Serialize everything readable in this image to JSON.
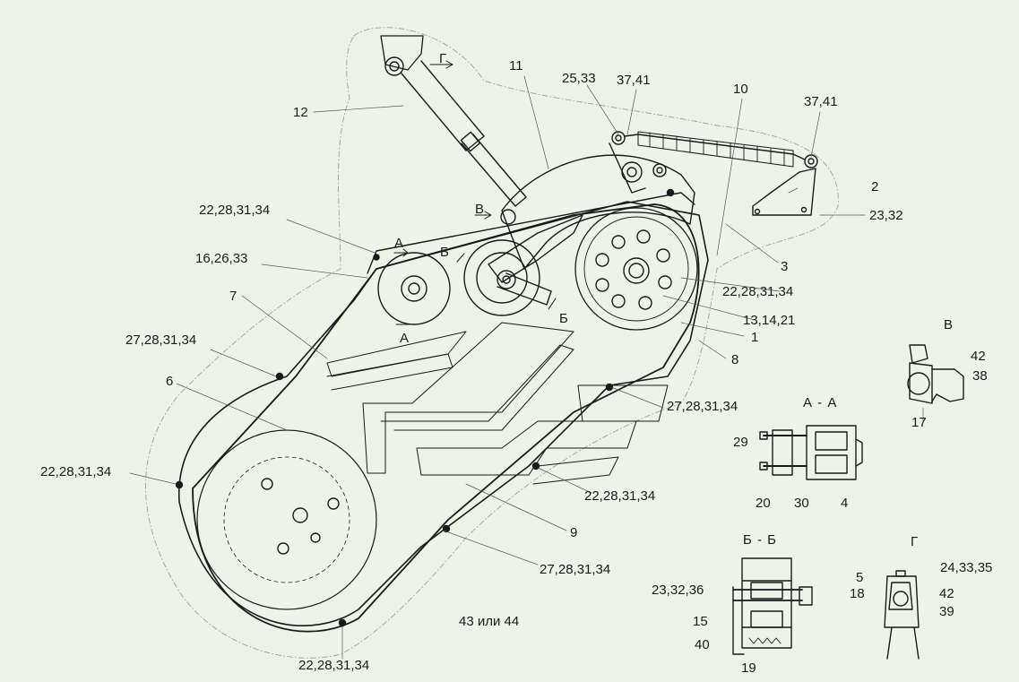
{
  "callouts": {
    "c12": "12",
    "c11": "11",
    "c25_33": "25,33",
    "c37_41a": "37,41",
    "c10": "10",
    "c37_41b": "37,41",
    "c2": "2",
    "c23_32": "23,32",
    "c3": "3",
    "c22_28_31_34_top": "22,28,31,34",
    "c16_26_33": "16,26,33",
    "c7": "7",
    "c22_28_31_34_right": "22,28,31,34",
    "c13_14_21": "13,14,21",
    "c1": "1",
    "c8": "8",
    "c27_28_31_34_left": "27,28,31,34",
    "c6": "6",
    "c27_28_31_34_mid": "27,28,31,34",
    "c22_28_31_34_left": "22,28,31,34",
    "c22_28_31_34_center": "22,28,31,34",
    "c9": "9",
    "c27_28_31_34_bottom": "27,28,31,34",
    "c43_44": "43 или 44",
    "c22_28_31_34_bottom": "22,28,31,34"
  },
  "markers": {
    "g_arrow": "Г",
    "v_arrow": "В",
    "a_top": "А",
    "a_bottom": "А",
    "b_top": "Б",
    "b_bottom": "Б"
  },
  "section_V": {
    "title": "В",
    "n42": "42",
    "n38": "38",
    "n17": "17"
  },
  "section_AA": {
    "title": "А - А",
    "n29": "29",
    "n20": "20",
    "n30": "30",
    "n4": "4"
  },
  "section_BB": {
    "title": "Б - Б",
    "n23_32_36": "23,32,36",
    "n15": "15",
    "n40": "40",
    "n19": "19"
  },
  "section_G": {
    "title": "Г",
    "n5": "5",
    "n24_33_35": "24,33,35",
    "n18": "18",
    "n42": "42",
    "n39": "39"
  },
  "colors": {
    "background": "#eef3ea",
    "line": "#1a1a1a",
    "thin": "#555555"
  }
}
